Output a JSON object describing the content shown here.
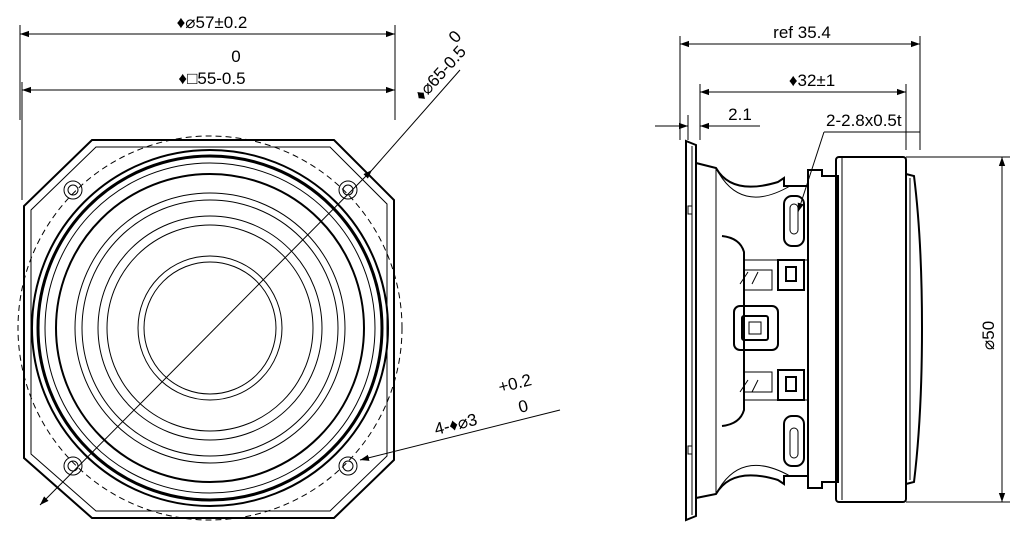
{
  "front_view": {
    "dim_outer_dia": "♦⌀57±0.2",
    "dim_tol_zero": "0",
    "dim_square": "♦□55-0.5",
    "dim_diag_zero": "0",
    "dim_diag": "♦⌀65-0.5",
    "hole_plus": "+0.2",
    "hole_zero": "0",
    "hole_callout": "4-♦⌀3"
  },
  "side_view": {
    "dim_ref": "ref 35.4",
    "dim_depth": "♦32±1",
    "dim_flange": "2.1",
    "terminal_callout": "2-2.8x0.5t",
    "dim_magnet": "⌀50"
  }
}
